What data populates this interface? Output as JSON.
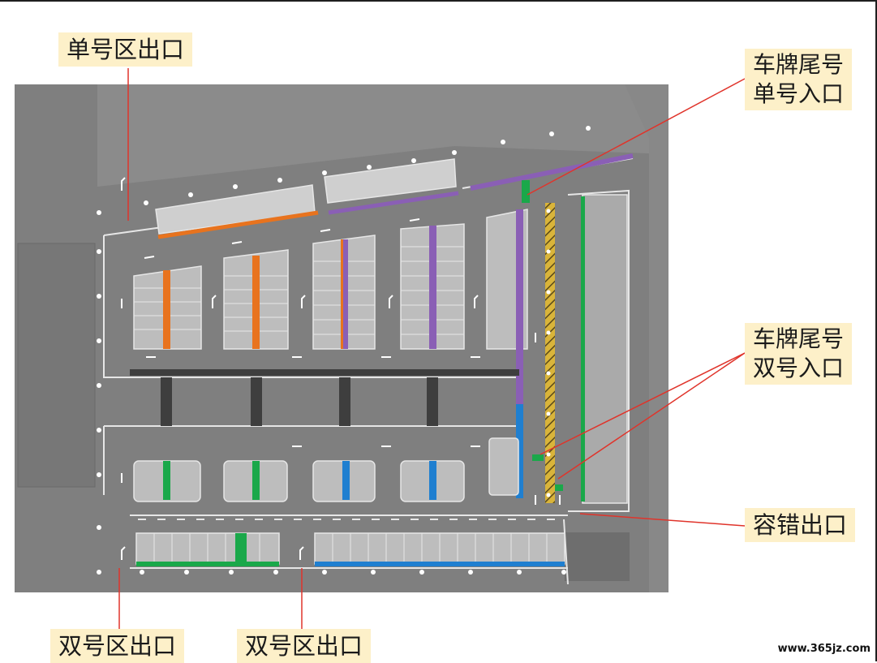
{
  "callouts": {
    "odd_exit": "单号区出口",
    "odd_entry_l1": "车牌尾号",
    "odd_entry_l2": "单号入口",
    "even_entry_l1": "车牌尾号",
    "even_entry_l2": "双号入口",
    "buffer_exit": "容错出口",
    "even_exit_left": "双号区出口",
    "even_exit_right": "双号区出口"
  },
  "watermark": "www.365jz.com",
  "colors": {
    "background": "#7f7f7f",
    "road_line": "#e6e6e6",
    "orange_zone": "#e8731e",
    "purple_zone": "#8a5fb5",
    "green_zone": "#1aa84a",
    "blue_zone": "#1f7fd0",
    "hatch_yellow": "#d9b43a",
    "callout_bg": "#fdf0c9",
    "leader_line": "#e0342b"
  }
}
